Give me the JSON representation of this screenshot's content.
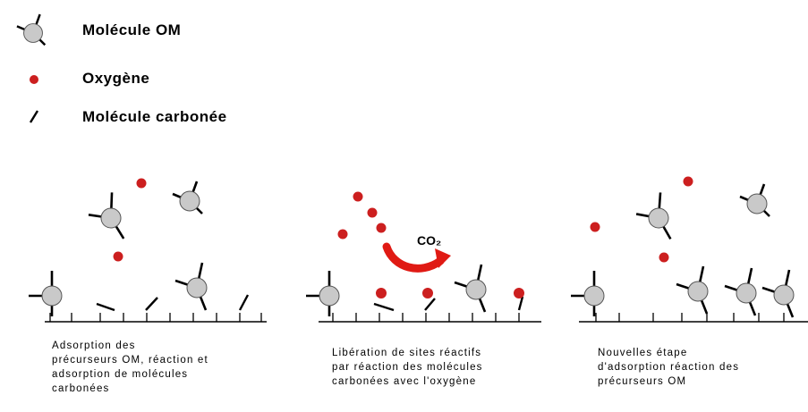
{
  "legend": {
    "om_label": "Molécule OM",
    "oxygen_label": "Oxygène",
    "carbon_label": "Molécule carbonée"
  },
  "co2_label": "CO₂",
  "colors": {
    "oxygen": "#cc1f1f",
    "om_molecule": "#c9c9c9",
    "arrow": "#e01a14",
    "line": "#000000"
  },
  "captions": {
    "panel1": [
      "Adsorption des",
      "précurseurs OM, réaction et",
      "adsorption de molécules",
      "carbonées"
    ],
    "panel2": [
      "Libération de sites réactifs",
      "par réaction des molécules",
      "carbonées avec l'oxygène"
    ],
    "panel3": [
      "Nouvelles étape",
      "d'adsorption réaction des",
      "précurseurs OM"
    ]
  }
}
